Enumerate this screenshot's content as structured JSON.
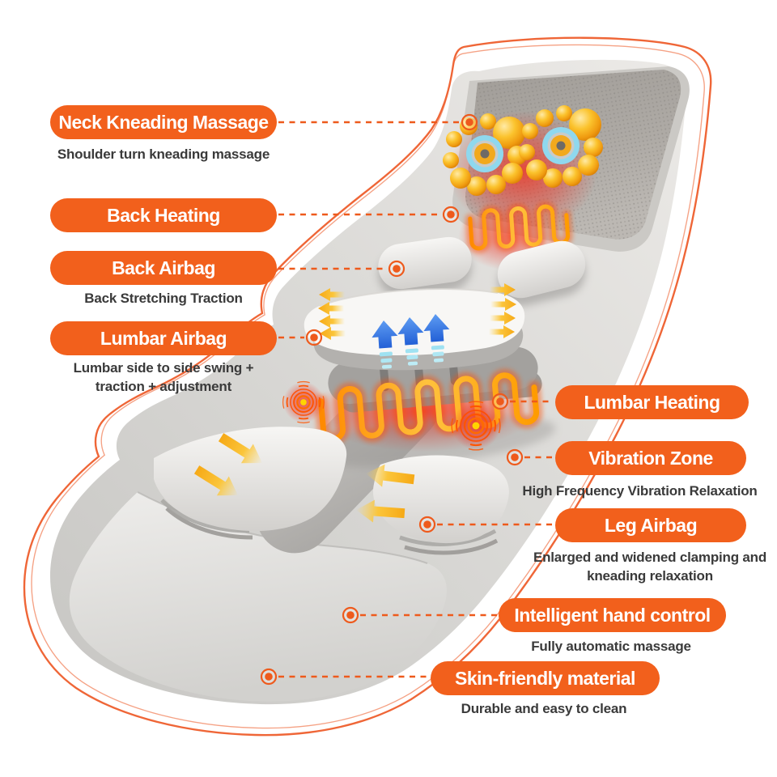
{
  "title": "Massage mat feature callout infographic",
  "features": [
    {
      "id": "neck-kneading-massage",
      "label": "Neck Kneading Massage",
      "description": "Shoulder turn kneading massage",
      "side": "left"
    },
    {
      "id": "back-heating",
      "label": "Back Heating",
      "description": "",
      "side": "left"
    },
    {
      "id": "back-airbag",
      "label": "Back Airbag",
      "description": "Back Stretching Traction",
      "side": "left"
    },
    {
      "id": "lumbar-airbag",
      "label": "Lumbar Airbag",
      "description": "Lumbar side to side swing +\ntraction + adjustment",
      "side": "left"
    },
    {
      "id": "lumbar-heating",
      "label": "Lumbar Heating",
      "description": "",
      "side": "right"
    },
    {
      "id": "vibration-zone",
      "label": "Vibration Zone",
      "description": "High Frequency Vibration Relaxation",
      "side": "right"
    },
    {
      "id": "leg-airbag",
      "label": "Leg Airbag",
      "description": "Enlarged and widened clamping and\nkneading relaxation",
      "side": "right"
    },
    {
      "id": "intelligent-hand-control",
      "label": "Intelligent hand control",
      "description": "Fully automatic massage",
      "side": "right"
    },
    {
      "id": "skin-friendly-material",
      "label": "Skin-friendly material",
      "description": "Durable and easy to clean",
      "side": "right"
    }
  ],
  "illustration": {
    "subject": "full-body massage mat shown diagonally with glowing heat zones",
    "icons": [
      "kneading-massage-head-icon",
      "heating-coil-icon",
      "vibration-waves-icon",
      "lift-arrow-icon",
      "side-swing-arrow-icon",
      "clamping-arrow-icon",
      "callout-marker-icon"
    ]
  },
  "colors": {
    "pill_background": "#f2601c",
    "pill_text": "#ffffff",
    "callout_orange": "#ee5a1c",
    "outline_orange": "#ef6637",
    "subtitle_text": "#3a3a3a",
    "heat_glow_red": "#f13222",
    "coil_orange": "#ffa40a",
    "kneading_ball_gold": "#fbc32d",
    "kneading_ring_blue": "#8fd8ee",
    "lift_arrow_blue": "#2f72e8",
    "swing_arrow_yellow": "#f7b323",
    "mat_gray": "#d8d7d4"
  }
}
